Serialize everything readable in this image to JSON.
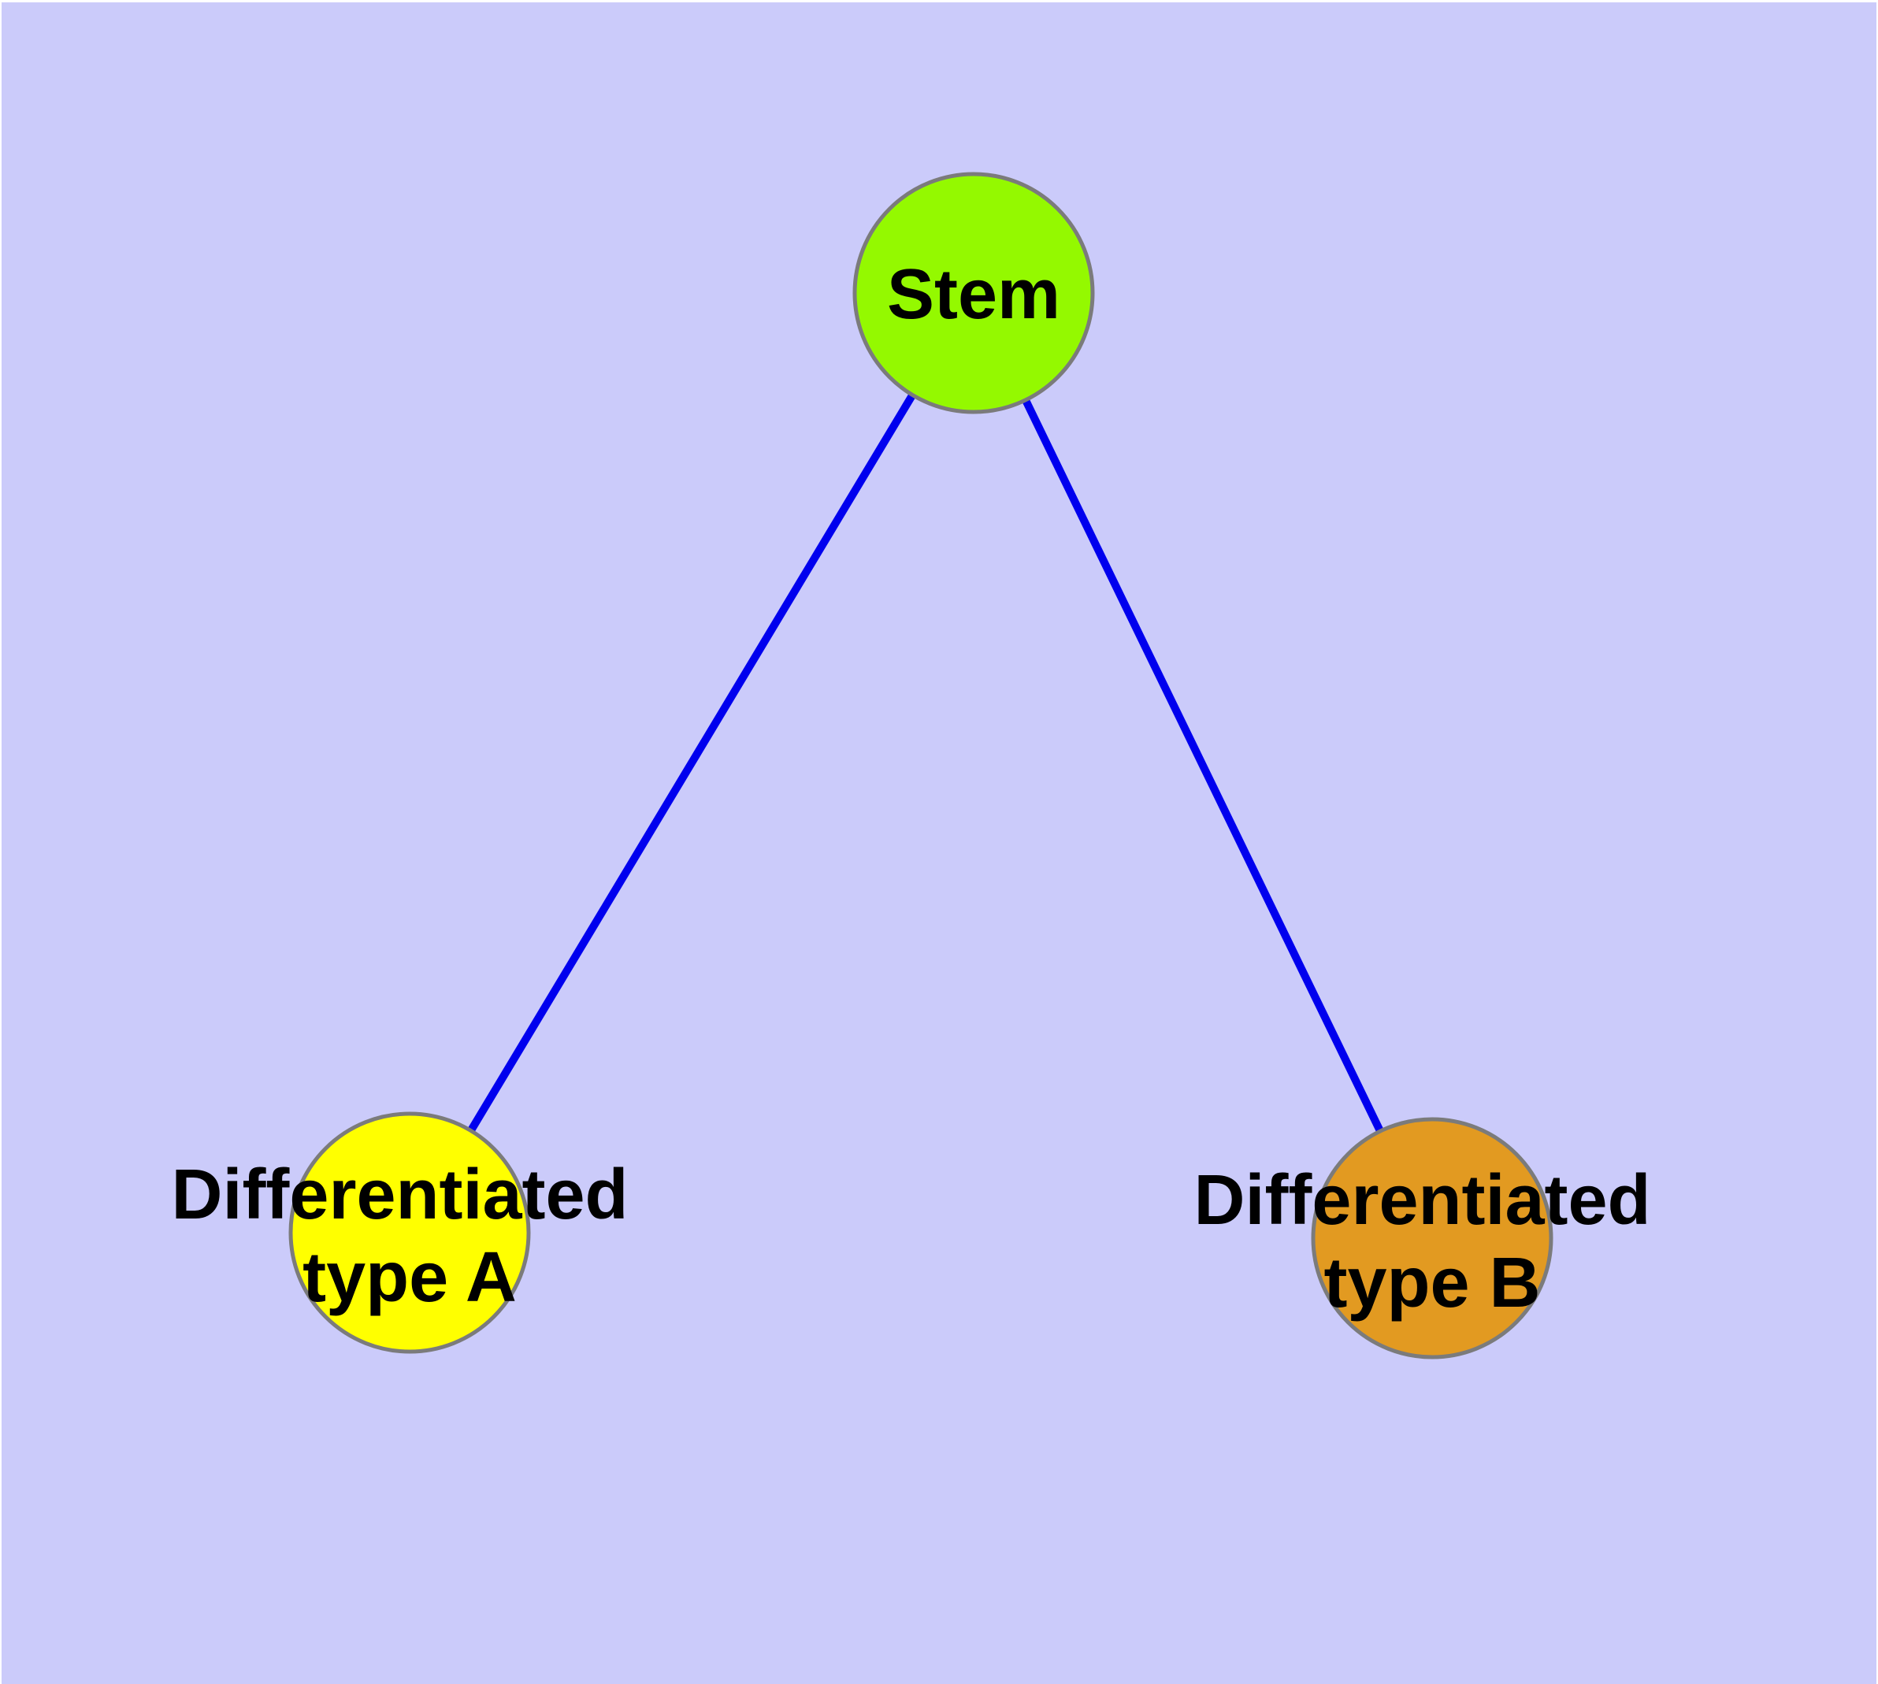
{
  "colors": {
    "background": "#CBCBFA",
    "edge": "#0000EE",
    "node_border": "#7B7B7B",
    "label": "#000000"
  },
  "nodes": {
    "stem": {
      "label": "Stem",
      "fill": "#94F900"
    },
    "type_a": {
      "line1": "Differentiated",
      "line2": "type A",
      "fill": "#FFFF00"
    },
    "type_b": {
      "line1": "Differentiated",
      "line2": "type B",
      "fill": "#E29A21"
    }
  },
  "edges": [
    {
      "from": "Stem",
      "to": "Differentiated type A"
    },
    {
      "from": "Stem",
      "to": "Differentiated type B"
    }
  ]
}
